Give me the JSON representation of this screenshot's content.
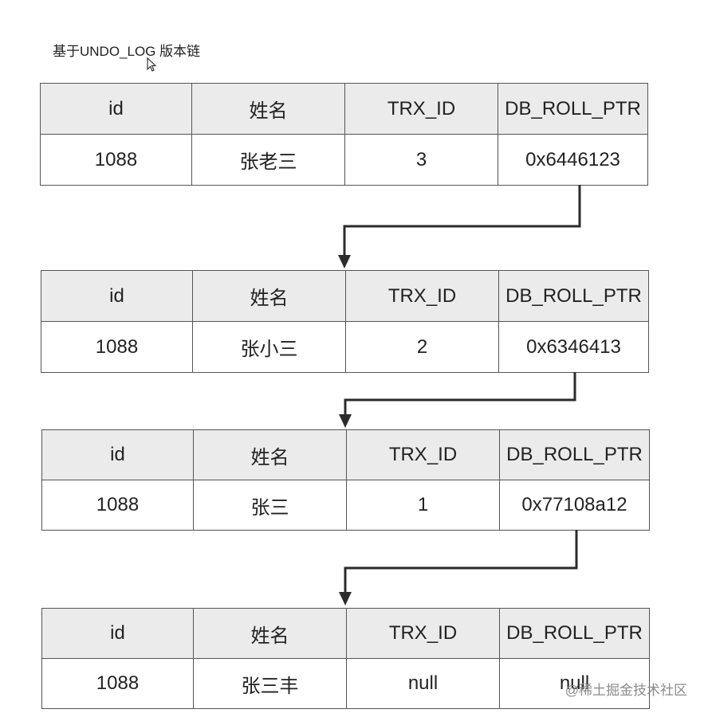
{
  "title": "基于UNDO_LOG 版本链",
  "watermark": "@稀土掘金技术社区",
  "columns": [
    "id",
    "姓名",
    "TRX_ID",
    "DB_ROLL_PTR"
  ],
  "versions": [
    {
      "id": "1088",
      "name": "张老三",
      "trx_id": "3",
      "roll_ptr": "0x6446123"
    },
    {
      "id": "1088",
      "name": "张小三",
      "trx_id": "2",
      "roll_ptr": "0x6346413"
    },
    {
      "id": "1088",
      "name": "张三",
      "trx_id": "1",
      "roll_ptr": "0x77108a12"
    },
    {
      "id": "1088",
      "name": "张三丰",
      "trx_id": "null",
      "roll_ptr": "null"
    }
  ]
}
